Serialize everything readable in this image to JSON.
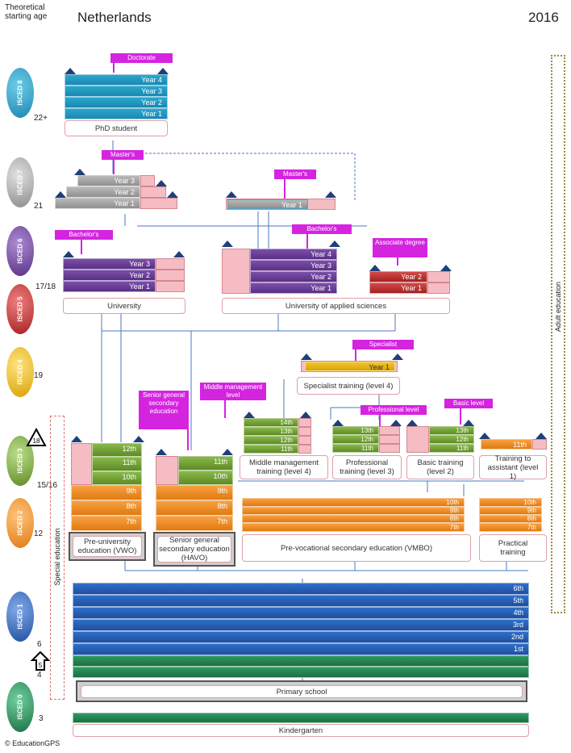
{
  "header": {
    "starting_age_label": "Theoretical starting age",
    "country": "Netherlands",
    "year": "2016"
  },
  "isced": [
    {
      "label": "ISCED 8",
      "age": "22+",
      "color": "#2aa7cf"
    },
    {
      "label": "ISCED 7",
      "age": "21",
      "color": "#9a9a9a"
    },
    {
      "label": "ISCED 6",
      "age": "",
      "color": "#6a3f98"
    },
    {
      "label": "ISCED 5",
      "age": "17/18",
      "color": "#c02626"
    },
    {
      "label": "ISCED 4",
      "age": "19",
      "color": "#e8b511"
    },
    {
      "label": "ISCED 3",
      "age": "15/16",
      "color": "#74a83a"
    },
    {
      "label": "ISCED 2",
      "age": "12",
      "color": "#f08a22"
    },
    {
      "label": "ISCED 1",
      "age": "6",
      "color": "#2a60b8"
    },
    {
      "label": "ISCED 0",
      "age": "3",
      "color": "#248253"
    }
  ],
  "ages_extra": {
    "age4": "4",
    "compulsory_start": "5",
    "compulsory_end": "18"
  },
  "doctorate": {
    "tag": "Doctorate",
    "years": [
      "Year 4",
      "Year 3",
      "Year 2",
      "Year 1"
    ],
    "box": "PhD student"
  },
  "masters_uni": {
    "tag": "Master's",
    "years": [
      "Year 3",
      "Year 2",
      "Year 1"
    ]
  },
  "masters_uas": {
    "tag": "Master's",
    "years": [
      "Year 1"
    ]
  },
  "bachelor_uni": {
    "tag": "Bachelor's",
    "years": [
      "Year 3",
      "Year 2",
      "Year 1"
    ],
    "box": "University"
  },
  "bachelor_uas": {
    "tag": "Bachelor's",
    "years": [
      "Year 4",
      "Year 3",
      "Year 2",
      "Year 1"
    ],
    "box": "University of applied sciences"
  },
  "associate": {
    "tag": "Associate degree",
    "years": [
      "Year 2",
      "Year 1"
    ]
  },
  "specialist": {
    "tag": "Specialist",
    "years": [
      "Year 1"
    ],
    "box": "Specialist training (level 4)"
  },
  "middle_mgmt": {
    "tag": "Middle management level",
    "years": [
      "14th",
      "13th",
      "12th",
      "11th"
    ],
    "box": "Middle management training (level 4)"
  },
  "professional": {
    "tag": "Professional level",
    "years": [
      "13th",
      "12th",
      "11th"
    ],
    "box": "Professional training (level 3)"
  },
  "basic": {
    "tag": "Basic level",
    "years": [
      "13th",
      "12th",
      "11th"
    ],
    "box": "Basic training (level 2)"
  },
  "assistant": {
    "years": [
      "11th"
    ],
    "box": "Training to assistant (level 1)"
  },
  "vwo": {
    "upper": [
      "12th",
      "11th",
      "10th"
    ],
    "lower": [
      "9th",
      "8th",
      "7th"
    ],
    "box": "Pre-university education (VWO)"
  },
  "havo": {
    "tag": "Senior general secondary education",
    "upper": [
      "11th",
      "10th"
    ],
    "lower": [
      "9th",
      "8th",
      "7th"
    ],
    "box": "Senior general secondary education (HAVO)"
  },
  "vmbo": {
    "grades": [
      "10th",
      "9th",
      "8th",
      "7th"
    ],
    "box": "Pre-vocational secondary education (VMBO)"
  },
  "practical": {
    "grades": [
      "10th",
      "9th",
      "8th",
      "7th"
    ],
    "box": "Practical training"
  },
  "primary": {
    "grades": [
      "6th",
      "5th",
      "4th",
      "3rd",
      "2nd",
      "1st"
    ],
    "box": "Primary school"
  },
  "kindergarten": {
    "box": "Kindergarten"
  },
  "side": {
    "special_education": "Special education",
    "adult_education": "Adult education"
  },
  "footer": {
    "copyright": "© EducationGPS"
  }
}
